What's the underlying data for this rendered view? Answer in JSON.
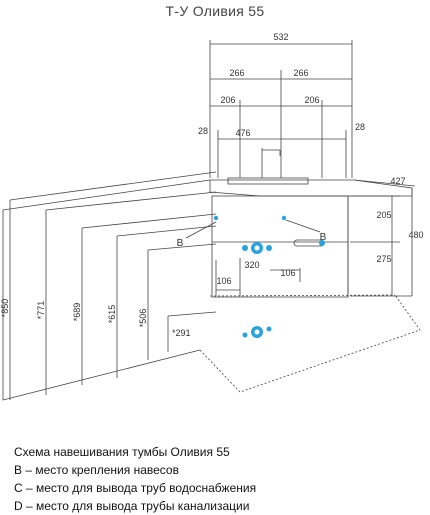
{
  "title": "Т-У Оливия 55",
  "dimensions": {
    "top_width": "532",
    "top_half_left": "266",
    "top_half_right": "266",
    "top_inner_left": "206",
    "top_inner_right": "206",
    "side_left": "28",
    "side_right": "28",
    "inner_width": "476",
    "depth": "427",
    "upper_part": "205",
    "lower_part": "275",
    "total_height": "480",
    "pipe_offset": "320",
    "bottom_left": "106",
    "bottom_right": "106",
    "h850": "*850",
    "h771": "*771",
    "h689": "*689",
    "h615": "*615",
    "h506": "*506",
    "h291": "*291"
  },
  "labels": {
    "b_left": "B",
    "b_right": "B"
  },
  "legend": {
    "heading": "Схема навешивания тумбы Оливия 55",
    "b": "В – место крепления навесов",
    "c": "С – место для вывода труб водоснабжения",
    "d": "D – место для вывода трубы канализации"
  },
  "colors": {
    "marker": "#29a3dc",
    "line": "#444444"
  }
}
